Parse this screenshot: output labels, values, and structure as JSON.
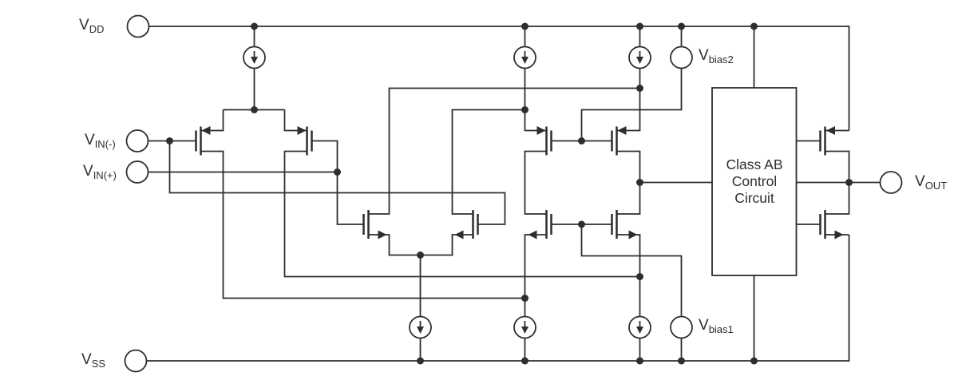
{
  "labels": {
    "vdd": {
      "main": "V",
      "sub": "DD"
    },
    "vin_minus": {
      "main": "V",
      "sub": "IN(-)"
    },
    "vin_plus": {
      "main": "V",
      "sub": "IN(+)"
    },
    "vss": {
      "main": "V",
      "sub": "SS"
    },
    "vbias2": {
      "main": "V",
      "sub": "bias2"
    },
    "vbias1": {
      "main": "V",
      "sub": "bias1"
    },
    "vout": {
      "main": "V",
      "sub": "OUT"
    }
  },
  "class_ab_box": {
    "line1": "Class AB",
    "line2": "Control",
    "line3": "Circuit"
  },
  "colors": {
    "line": "#2e2e2e",
    "background": "#ffffff"
  }
}
